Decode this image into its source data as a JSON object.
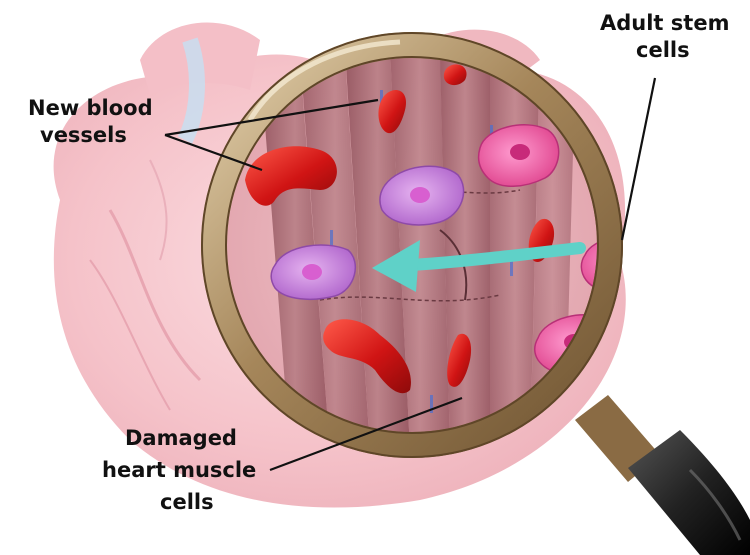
{
  "labels": {
    "new_blood_vessels": [
      "New blood",
      "vessels"
    ],
    "adult_stem_cells": [
      "Adult stem",
      "cells"
    ],
    "damaged_heart_muscle_cells": [
      "Damaged",
      "heart muscle",
      "cells"
    ]
  },
  "colors": {
    "heart_pink": "#f7c9cf",
    "muscle_tissue": "#a86a72",
    "blood_vessel": "#d41f1f",
    "stem_cell_pink": "#ee5aa8",
    "stem_cell_purple": "#c07ad8",
    "arrow": "#5fd1c8",
    "lens_rim": "#a8895a",
    "handle": "#2a2a2a"
  },
  "icons": [
    "magnifying-glass-icon",
    "migration-arrow-icon"
  ]
}
